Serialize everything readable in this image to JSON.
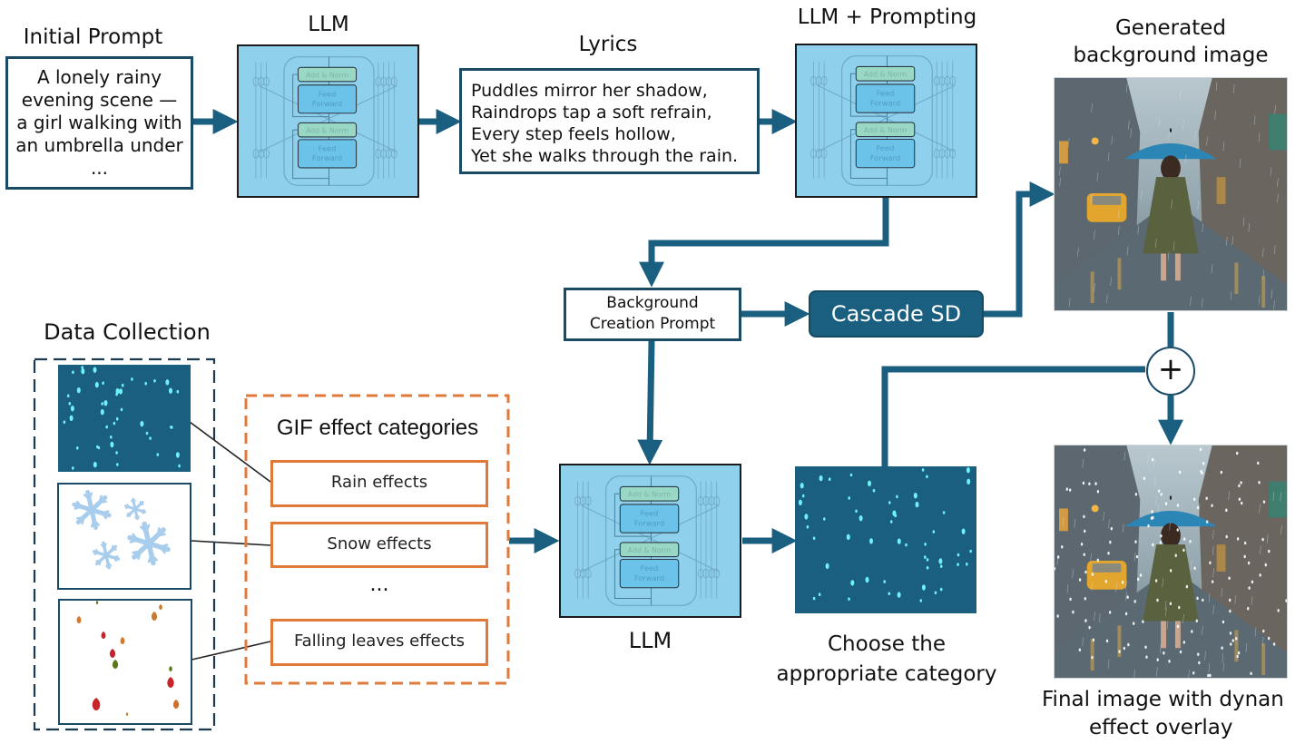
{
  "colors": {
    "arrow": "#1b5f80",
    "box_border": "#1b4a66",
    "llm_fill": "#8fd0ed",
    "effect_border": "#e07a3a",
    "rain_panel": "#1b5f80",
    "rain_drop": "#6ff2f7"
  },
  "initial_prompt": {
    "title": "Initial Prompt",
    "lines": [
      "A lonely rainy",
      "evening scene —",
      "a girl walking with",
      "an umbrella under",
      "..."
    ]
  },
  "llm_top": {
    "title": "LLM",
    "blocks": [
      "Add & Norm",
      "Feed Forward",
      "Add & Norm",
      "Feed Forward"
    ]
  },
  "lyrics": {
    "title": "Lyrics",
    "lines": [
      "Puddles mirror her shadow,",
      "Raindrops tap a soft refrain,",
      "Every step feels hollow,",
      "Yet she walks through the rain."
    ]
  },
  "llm_prompting": {
    "title": "LLM + Prompting",
    "blocks": [
      "Add & Norm",
      "Feed Forward",
      "Add & Norm",
      "Feed Forward"
    ]
  },
  "generated_image": {
    "title_line1": "Generated",
    "title_line2": "background image"
  },
  "background_prompt": {
    "line1": "Background",
    "line2": "Creation Prompt"
  },
  "cascade_sd": {
    "label": "Cascade SD"
  },
  "combine": {
    "symbol": "+"
  },
  "data_collection": {
    "title": "Data Collection",
    "panels": [
      "rain",
      "snow",
      "falling-leaves"
    ]
  },
  "gif_categories": {
    "title": "GIF effect categories",
    "items": [
      "Rain effects",
      "Snow effects",
      "Falling leaves effects"
    ],
    "ellipsis": "..."
  },
  "llm_bottom": {
    "label": "LLM",
    "blocks": [
      "Add & Norm",
      "Feed Forward",
      "Add & Norm",
      "Feed Forward"
    ]
  },
  "choose_category": {
    "line1": "Choose the",
    "line2": "appropriate category"
  },
  "final_image": {
    "line1": "Final image with dynan",
    "line2": "effect overlay"
  }
}
